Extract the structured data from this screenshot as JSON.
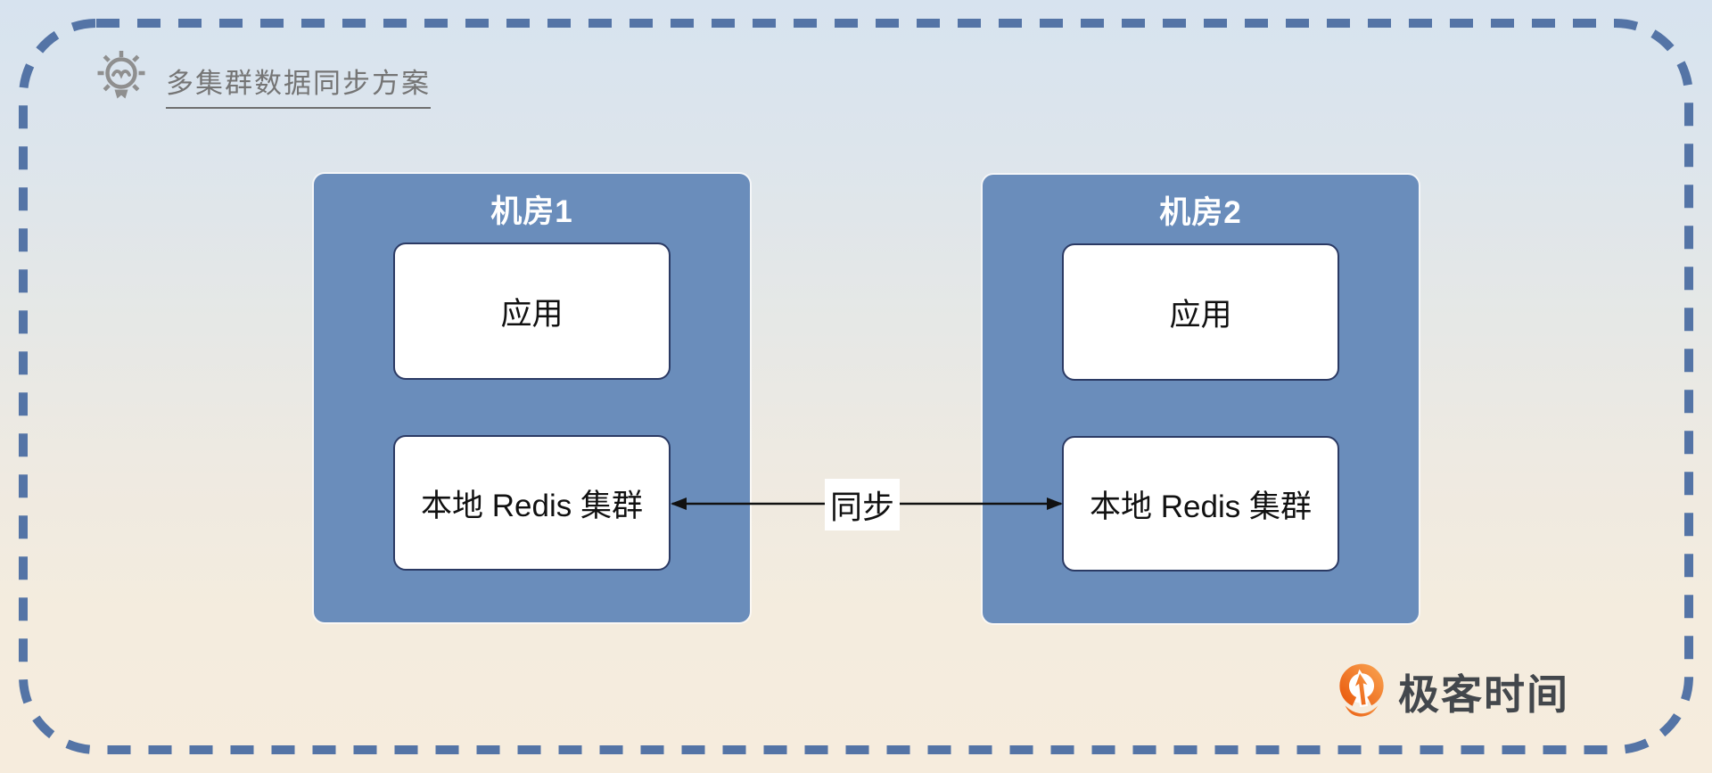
{
  "header": {
    "title": "多集群数据同步方案"
  },
  "clusters": [
    {
      "name": "机房1",
      "nodes": [
        "应用",
        "本地 Redis 集群"
      ]
    },
    {
      "name": "机房2",
      "nodes": [
        "应用",
        "本地 Redis 集群"
      ]
    }
  ],
  "sync": {
    "label": "同步",
    "direction": "bidirectional"
  },
  "brand": {
    "name": "极客时间"
  },
  "icons": {
    "header_icon": "lightbulb-icon",
    "brand_icon": "geektime-logo-icon"
  },
  "colors": {
    "background_top": "#d7e3ef",
    "background_bottom": "#f6ecdd",
    "dashed_border": "#5474a6",
    "cluster_fill": "#6a8dbb",
    "node_fill": "#ffffff",
    "node_border": "#2b3a64",
    "header_text": "#757575",
    "cluster_title_text": "#ffffff",
    "arrow": "#111111",
    "brand_orange": "#ee6a17",
    "brand_text": "#43474c"
  }
}
